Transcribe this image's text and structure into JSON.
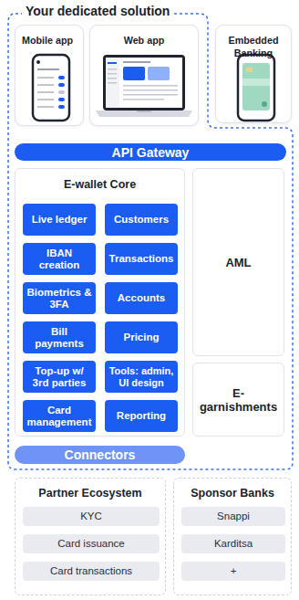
{
  "diagram": {
    "nodes": [
      {
        "text": [
          "Your dedicated solution"
        ]
      },
      {
        "text": [
          "Mobile app"
        ],
        "in": 0
      },
      {
        "text": [
          "Web app"
        ],
        "in": 0
      },
      {
        "text": [
          "Embedded Banking"
        ]
      },
      {
        "text": [
          "API Gateway"
        ],
        "in": 0
      },
      {
        "text": [
          "E-wallet Core"
        ],
        "in": 0
      },
      {
        "text": [
          "Live ledger"
        ],
        "in": 5
      },
      {
        "text": [
          "Customers"
        ],
        "in": 5
      },
      {
        "text": [
          "IBAN creation"
        ],
        "in": 5
      },
      {
        "text": [
          "Transactions"
        ],
        "in": 5
      },
      {
        "text": [
          "Biometrics & 3FA"
        ],
        "in": 5
      },
      {
        "text": [
          "Accounts"
        ],
        "in": 5
      },
      {
        "text": [
          "Bill payments"
        ],
        "in": 5
      },
      {
        "text": [
          "Pricing"
        ],
        "in": 5
      },
      {
        "text": [
          "Top-up w/ 3rd parties"
        ],
        "in": 5
      },
      {
        "text": [
          "Tools: admin, UI design"
        ],
        "in": 5
      },
      {
        "text": [
          "Card management"
        ],
        "in": 5
      },
      {
        "text": [
          "Reporting"
        ],
        "in": 5
      },
      {
        "text": [
          "AML"
        ],
        "in": 0
      },
      {
        "text": [
          "E-garnishments"
        ],
        "in": 0
      },
      {
        "text": [
          "Connectors"
        ],
        "in": 0
      },
      {
        "text": [
          "Partner Ecosystem"
        ]
      },
      {
        "text": [
          "KYC"
        ],
        "in": 21
      },
      {
        "text": [
          "Card issuance"
        ],
        "in": 21
      },
      {
        "text": [
          "Card transactions"
        ],
        "in": 21
      },
      {
        "text": [
          "Sponsor Banks"
        ]
      },
      {
        "text": [
          "Snappi"
        ],
        "in": 25
      },
      {
        "text": [
          "Karditsa"
        ],
        "in": 25
      },
      {
        "text": [
          "+"
        ],
        "in": 25
      }
    ]
  }
}
